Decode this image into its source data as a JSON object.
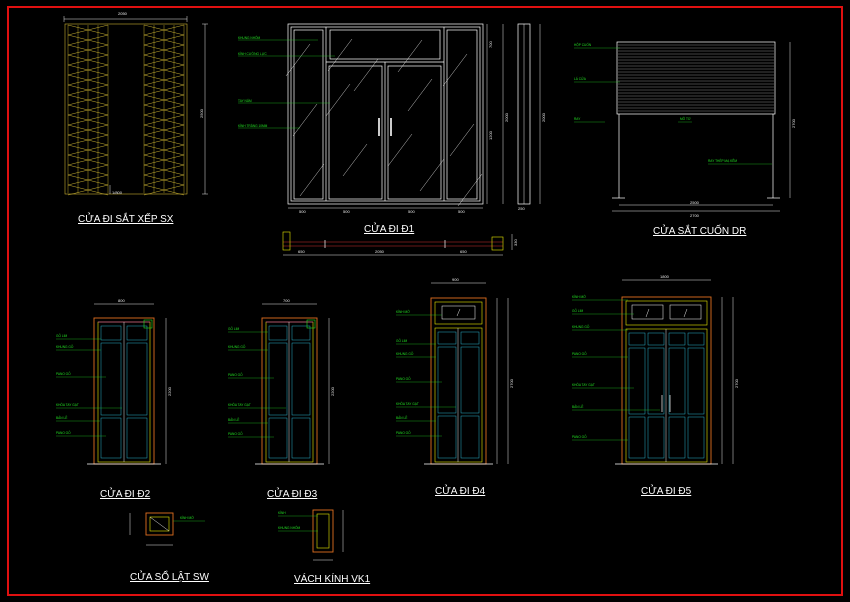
{
  "frame": {
    "border_color": "#e01010",
    "background": "#000000"
  },
  "titles": {
    "sx": "CỬA ĐI SẮT XẾP SX",
    "d1": "CỬA ĐI Đ1",
    "dr": "CỬA SẮT CUỐN DR",
    "d2": "CỬA ĐI Đ2",
    "d3": "CỬA ĐI Đ3",
    "d4": "CỬA ĐI Đ4",
    "d5": "CỬA ĐI Đ5",
    "sw": "CỬA  SỔ LẬT SW",
    "vk1": "VÁCH KÍNH VK1"
  },
  "dims": {
    "sx_width": "2050",
    "sx_height": "2500",
    "sx_small": "1/800",
    "d1_top": "700",
    "d1_mid": "2000",
    "d1_low": "1200",
    "d1_side_h": "2000",
    "d1_b1": "500",
    "d1_b2": "500",
    "d1_b3": "500",
    "d1_b4": "500",
    "d1_side_w": "250",
    "d1_plan_a": "650",
    "d1_plan_b": "2050",
    "d1_plan_c": "650",
    "d1_plan_h": "330",
    "dr_height": "2700",
    "dr_w1": "2500",
    "dr_w2": "2700",
    "d2_w": "800",
    "d2_h": "2200",
    "d3_w": "700",
    "d3_h": "2200",
    "d4_w": "900",
    "d4_h": "2700",
    "d5_w": "1800",
    "d5_h": "2700"
  },
  "labels": {
    "d1_l1": "KHUNG NHÔM",
    "d1_l2": "KÍNH CƯỜNG LỰC",
    "d1_l3": "TAY NẮM",
    "d1_l4": "KÍNH TRẮNG 10MM",
    "dr_l1": "HỘP CUỐN",
    "dr_l2": "LÁ CỬA",
    "dr_l3": "RAY",
    "dr_l4": "MÔ TƠ",
    "dr_l5": "RAY THÉP MẠ KẼM",
    "d2_l1": "GỖ LIM",
    "d2_l2": "KHUNG GỖ",
    "d2_l3": "PANO GỖ",
    "d2_l4": "KHÓA TAY GẠT",
    "d2_l5": "BẢN LỀ",
    "d2_l6": "PANO GỖ",
    "d3_l1": "GỖ LIM",
    "d3_l2": "KHUNG GỖ",
    "d3_l3": "PANO GỖ",
    "d3_l4": "KHÓA TAY GẠT",
    "d3_l5": "BẢN LỀ",
    "d3_l6": "PANO GỖ",
    "d4_l1": "KÍNH MỜ",
    "d4_l2": "GỖ LIM",
    "d4_l3": "KHUNG GỖ",
    "d4_l4": "PANO GỖ",
    "d4_l5": "KHÓA TAY GẠT",
    "d4_l6": "BẢN LỀ",
    "d4_l7": "PANO GỖ",
    "d5_l1": "KÍNH MỜ",
    "d5_l2": "GỖ LIM",
    "d5_l3": "KHUNG GỖ",
    "d5_l4": "PANO GỖ",
    "d5_l5": "KHÓA TAY GẠT",
    "d5_l6": "BẢN LỀ",
    "d5_l7": "PANO GỖ",
    "sw_l1": "KÍNH MỜ",
    "vk1_l1": "KÍNH",
    "vk1_l2": "KHUNG NHÔM"
  }
}
